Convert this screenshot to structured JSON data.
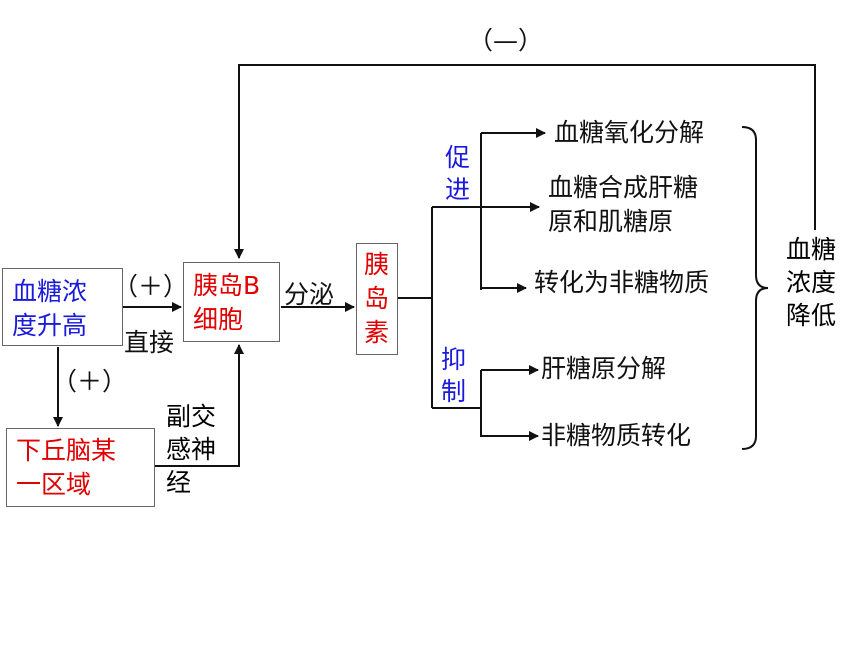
{
  "nodes": {
    "glucose_rise": "血糖浓度升高",
    "glucose_rise_l1": "血糖浓",
    "glucose_rise_l2": "度升高",
    "beta_cell_l1": "胰岛B",
    "beta_cell_l2": "细胞",
    "insulin_l1": "胰",
    "insulin_l2": "岛",
    "insulin_l3": "素",
    "hypothalamus_l1": "下丘脑某",
    "hypothalamus_l2": "一区域",
    "glucose_drop_l1": "血糖",
    "glucose_drop_l2": "浓度",
    "glucose_drop_l3": "降低"
  },
  "labels": {
    "negative_feedback": "（—）",
    "positive_direct": "（＋）",
    "direct": "直接",
    "positive_down": "（＋）",
    "secrete": "分泌",
    "nerve_l1": "副交",
    "nerve_l2": "感神",
    "nerve_l3": "经",
    "promote_l1": "促",
    "promote_l2": "进",
    "inhibit_l1": "抑",
    "inhibit_l2": "制"
  },
  "effects": {
    "promote": [
      "血糖氧化分解",
      "血糖合成肝糖",
      "原和肌糖原",
      "转化为非糖物质"
    ],
    "inhibit": [
      "肝糖原分解",
      "非糖物质转化"
    ]
  },
  "colors": {
    "red": "#e00000",
    "blue": "#1a1adb",
    "line": "#111111"
  }
}
